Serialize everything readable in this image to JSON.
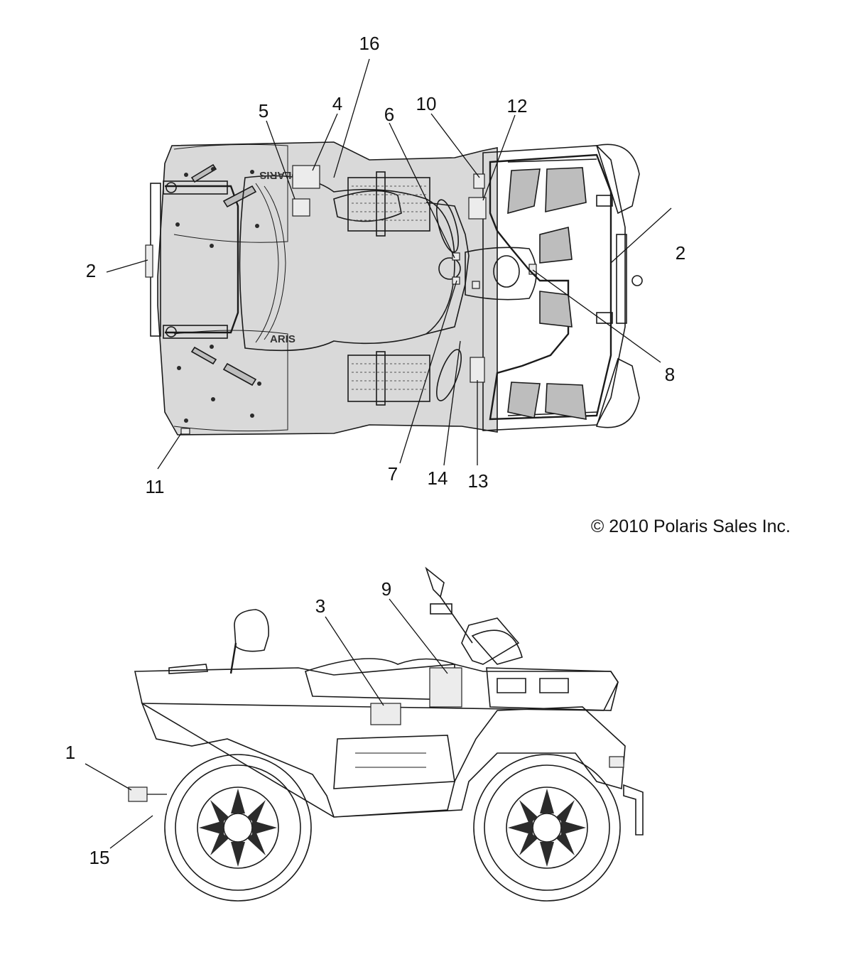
{
  "diagram": {
    "copyright": "© 2010 Polaris Sales Inc.",
    "top_view": {
      "callouts": [
        "16",
        "5",
        "4",
        "6",
        "10",
        "12",
        "2",
        "2",
        "8",
        "11",
        "7",
        "14",
        "13"
      ],
      "brand_marks": [
        "POLARIS",
        "ARIS"
      ]
    },
    "side_view": {
      "callouts": [
        "3",
        "9",
        "1",
        "15"
      ]
    }
  }
}
